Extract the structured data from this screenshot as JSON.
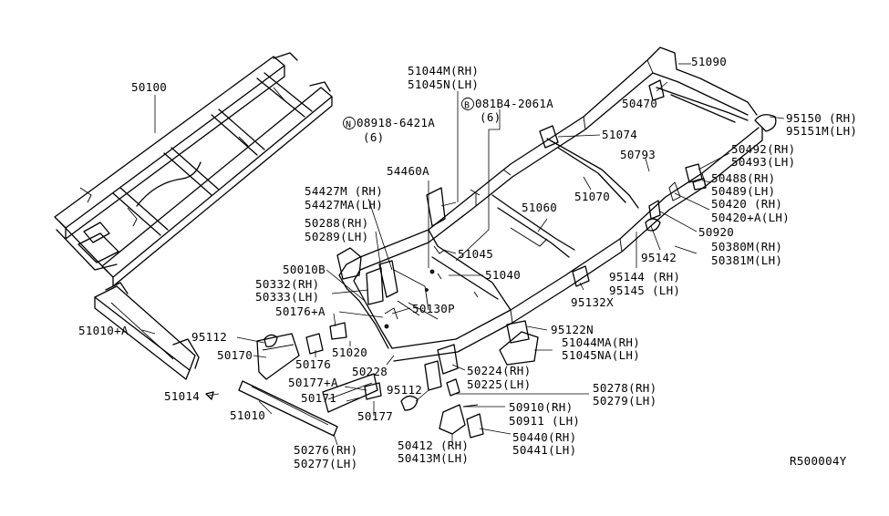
{
  "diagram_id": "R500004Y",
  "symbols": {
    "n_symbol": "N",
    "b_symbol": "B"
  },
  "labels": {
    "l50100": "50100",
    "l51090": "51090",
    "l51044m": "51044M(RH)",
    "l51045n": "51045N(LH)",
    "l08918": "08918-6421A",
    "l08918q": "(6)",
    "l081b4": "081B4-2061A",
    "l081b4q": "(6)",
    "l50470": "50470",
    "l95150": "95150 (RH)",
    "l95151m": "95151M(LH)",
    "l51074": "51074",
    "l50793": "50793",
    "l50492": "50492(RH)",
    "l50493": "50493(LH)",
    "l54460a": "54460A",
    "l50488": "50488(RH)",
    "l50489": "50489(LH)",
    "l54427m": "54427M (RH)",
    "l54427ma": "54427MA(LH)",
    "l51070": "51070",
    "l50420": "50420  (RH)",
    "l50420a": "50420+A(LH)",
    "l51060": "51060",
    "l50920": "50920",
    "l50288": "50288(RH)",
    "l50289": "50289(LH)",
    "l50380m": "50380M(RH)",
    "l50381m": "50381M(LH)",
    "l51045": "51045",
    "l95142": "95142",
    "l50010b": "50010B",
    "l51040": "51040",
    "l95144": "95144 (RH)",
    "l95145": "95145 (LH)",
    "l50332": "50332(RH)",
    "l50333": "50333(LH)",
    "l95132x": "95132X",
    "l50130p": "50130P",
    "l51010a": "51010+A",
    "l50176a": "50176+A",
    "l95122n": "95122N",
    "l51044ma": "51044MA(RH)",
    "l51045na": "51045NA(LH)",
    "l95112a": "95112",
    "l51020": "51020",
    "l50170": "50170",
    "l50176": "50176",
    "l50228": "50228",
    "l50224": "50224(RH)",
    "l50225": "50225(LH)",
    "l50177a": "50177+A",
    "l95112b": "95112",
    "l50278": "50278(RH)",
    "l50279": "50279(LH)",
    "l51014": "51014",
    "l50171": "50171",
    "l51010": "51010",
    "l50177": "50177",
    "l50910": "50910(RH)",
    "l50911": "50911 (LH)",
    "l50440": "50440(RH)",
    "l50441": "50441(LH)",
    "l50276": "50276(RH)",
    "l50277": "50277(LH)",
    "l50412": "50412 (RH)",
    "l50413m": "50413M(LH)"
  }
}
